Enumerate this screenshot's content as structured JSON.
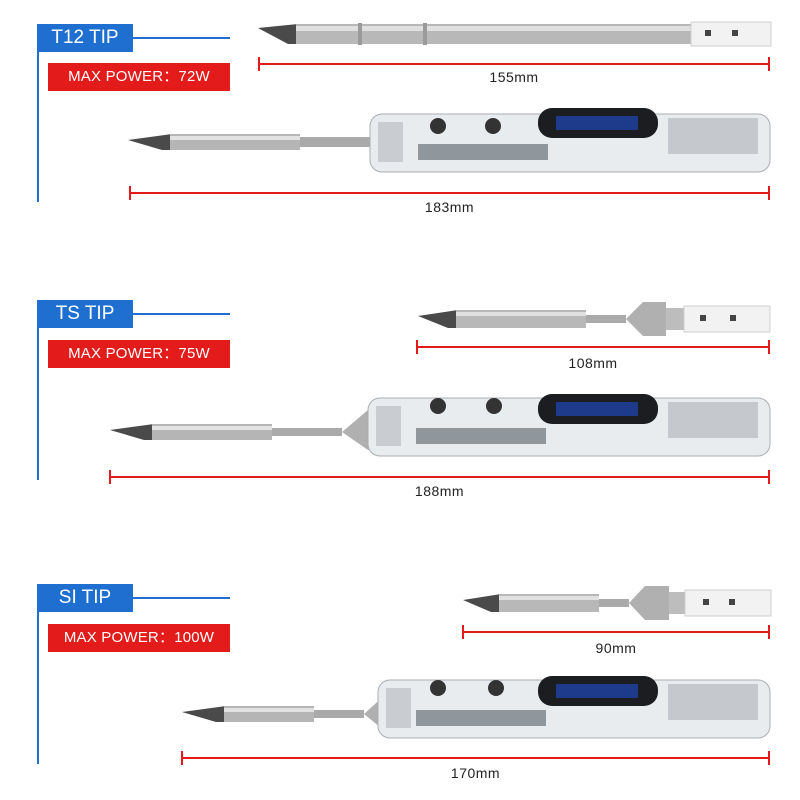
{
  "sections": [
    {
      "tip_label": "T12 TIP",
      "power_label": "MAX POWER：72W",
      "tip_length": "155mm",
      "iron_length": "183mm"
    },
    {
      "tip_label": "TS TIP",
      "power_label": "MAX POWER：75W",
      "tip_length": "108mm",
      "iron_length": "188mm"
    },
    {
      "tip_label": "SI TIP",
      "power_label": "MAX POWER：100W",
      "tip_length": "90mm",
      "iron_length": "170mm"
    }
  ],
  "colors": {
    "label_blue": "#1f6fd1",
    "power_red": "#e31b1b",
    "dimension_red": "#e31b1b"
  }
}
